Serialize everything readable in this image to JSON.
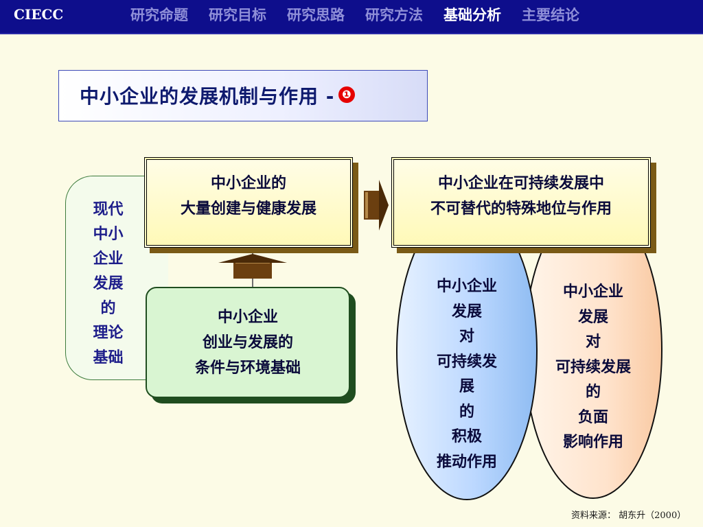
{
  "header": {
    "logo": "CIECC",
    "nav": [
      {
        "label": "研究命题",
        "active": false
      },
      {
        "label": "研究目标",
        "active": false
      },
      {
        "label": "研究思路",
        "active": false
      },
      {
        "label": "研究方法",
        "active": false
      },
      {
        "label": "基础分析",
        "active": true
      },
      {
        "label": "主要结论",
        "active": false
      }
    ]
  },
  "title": {
    "text": "中小企业的发展机制与作用 -",
    "badge": "❶"
  },
  "theory_box": {
    "text": "现代\n中小\n企业\n发展\n的\n理论\n基础"
  },
  "box_development": {
    "line1": "中小企业的",
    "line2": "大量创建与健康发展"
  },
  "box_role": {
    "line1": "中小企业在可持续发展中",
    "line2": "不可替代的特殊地位与作用"
  },
  "box_conditions": {
    "line1": "中小企业",
    "line2": "创业与发展的",
    "line3": "条件与环境基础"
  },
  "ellipse_positive": {
    "text": "中小企业\n发展\n对\n可持续发\n展\n的\n积极\n推动作用"
  },
  "ellipse_negative": {
    "text": "中小企业\n发展\n对\n可持续发展\n的\n负面\n影响作用"
  },
  "source": "资料来源：  胡东升（2000）",
  "colors": {
    "nav_bg": "#0e0e8c",
    "nav_active": "#ffffff",
    "nav_inactive": "#8f8fd8",
    "title_text": "#0e1a6e",
    "badge": "#e60000",
    "theory_text": "#1d1d8a",
    "arrow": "#6b3f10",
    "ellipse_blue": "#bcd8ff",
    "ellipse_peach": "#ffe3cc"
  }
}
